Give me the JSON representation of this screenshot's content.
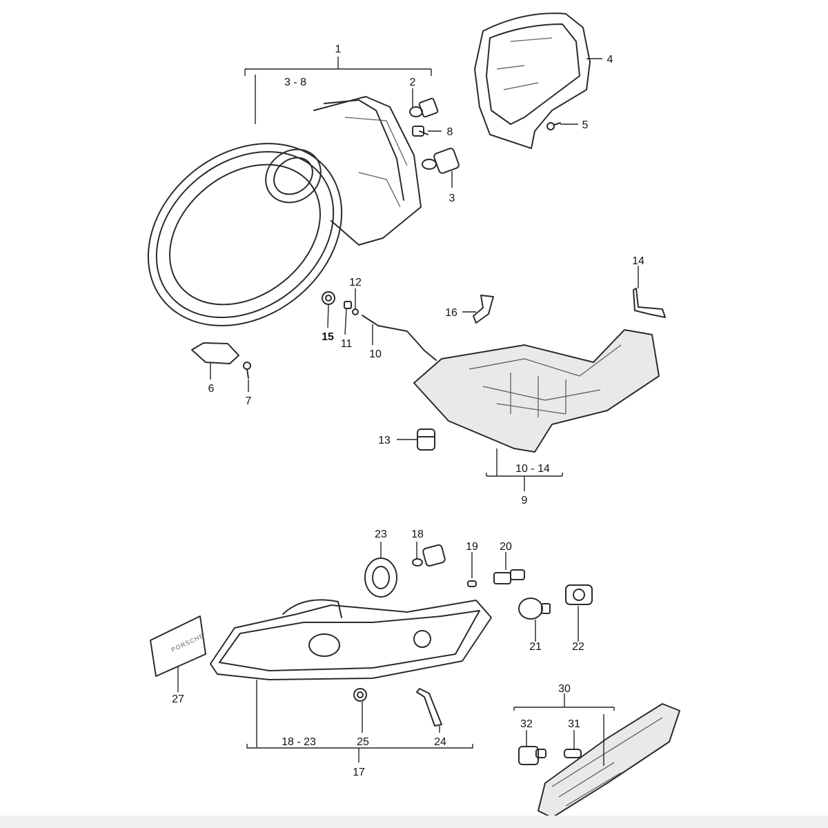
{
  "callouts": {
    "c1": "1",
    "c3_8": "3 - 8",
    "c2": "2",
    "c8": "8",
    "c3": "3",
    "c4": "4",
    "c5": "5",
    "c6": "6",
    "c7": "7",
    "c12": "12",
    "c15": "15",
    "c11": "11",
    "c10": "10",
    "c16": "16",
    "c14": "14",
    "c13": "13",
    "c10_14": "10 - 14",
    "c9": "9",
    "c23": "23",
    "c18": "18",
    "c19": "19",
    "c20": "20",
    "c21": "21",
    "c22": "22",
    "c27": "27",
    "c25": "25",
    "c24": "24",
    "c18_23": "18 - 23",
    "c17": "17",
    "c30": "30",
    "c32": "32",
    "c31": "31"
  },
  "plate": {
    "brand": "PORSCHE"
  }
}
